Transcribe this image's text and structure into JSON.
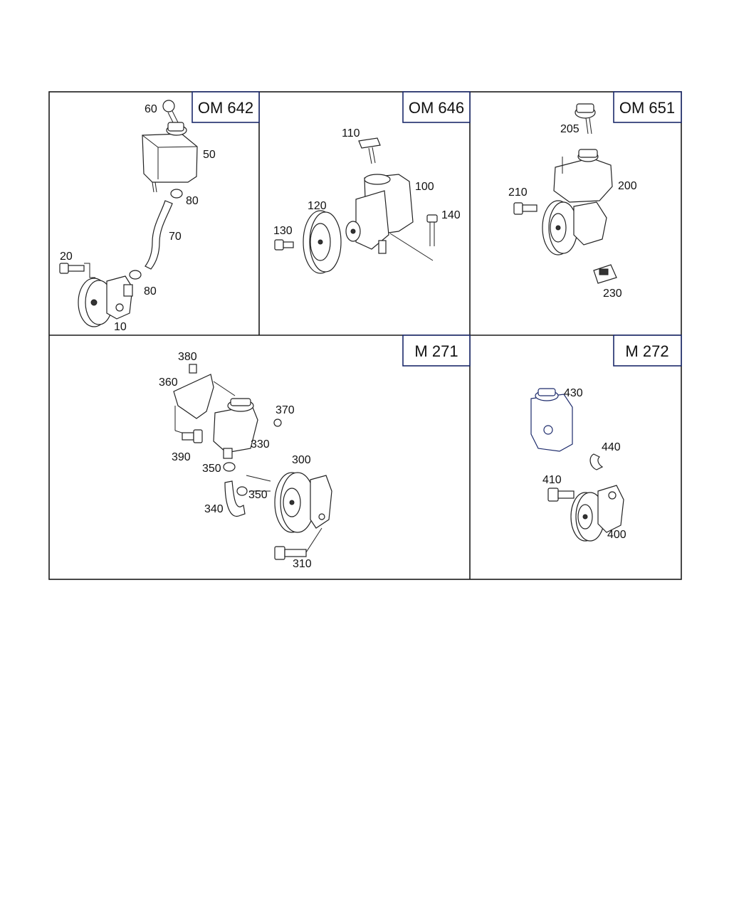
{
  "panels": [
    {
      "id": "om642",
      "title": "OM 642",
      "callouts": [
        "60",
        "50",
        "80",
        "70",
        "20",
        "80",
        "10"
      ]
    },
    {
      "id": "om646",
      "title": "OM 646",
      "callouts": [
        "110",
        "100",
        "120",
        "140",
        "130"
      ]
    },
    {
      "id": "om651",
      "title": "OM 651",
      "callouts": [
        "205",
        "210",
        "200",
        "230"
      ]
    },
    {
      "id": "m271",
      "title": "M 271",
      "callouts": [
        "380",
        "360",
        "370",
        "330",
        "390",
        "300",
        "350",
        "350",
        "340",
        "310"
      ]
    },
    {
      "id": "m272",
      "title": "M 272",
      "callouts": [
        "430",
        "440",
        "410",
        "400"
      ]
    }
  ],
  "colors": {
    "frame": "#1a1a1a",
    "title_border": "#1c2a6b",
    "text": "#111111"
  }
}
